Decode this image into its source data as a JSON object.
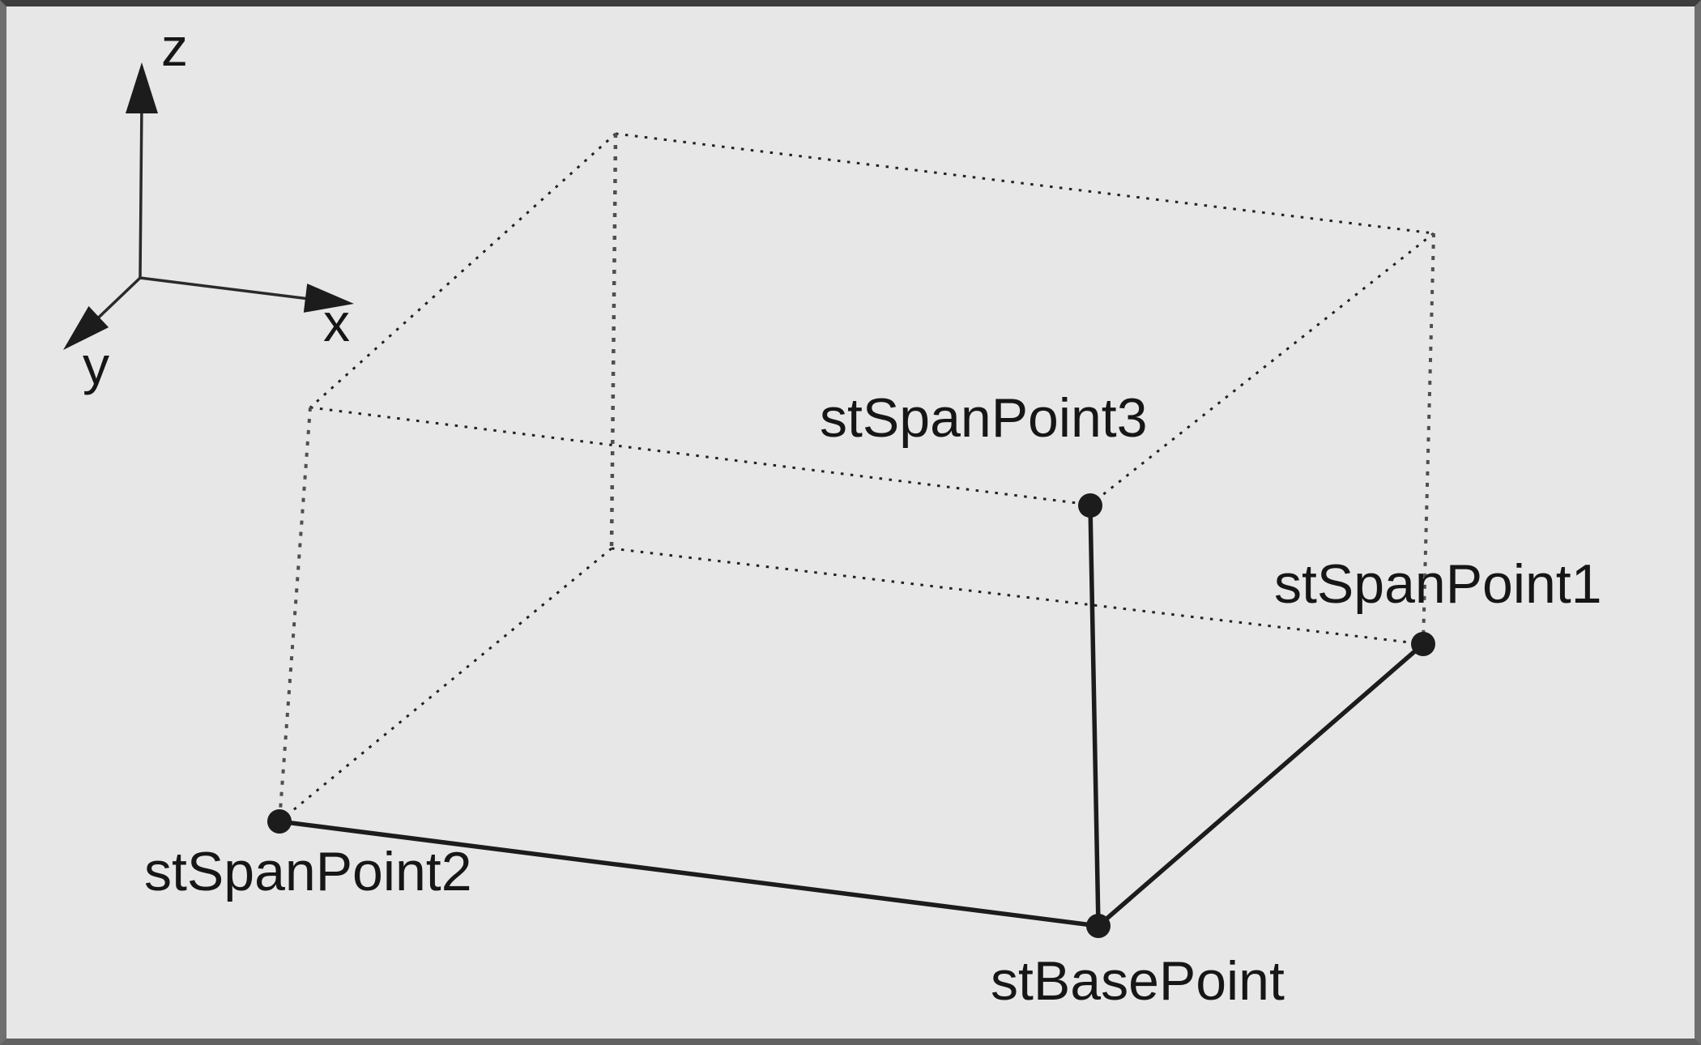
{
  "figure": {
    "title": "3D box with base point and span points",
    "colors": {
      "background": "#e7e7e7",
      "border": "#6f6f6f",
      "border_top": "#3d3d3d",
      "solid_edge": "#1c1c1c",
      "dotted_edge": "#222222",
      "hidden_vertical_edge": "#4f4f4f",
      "text": "#161616",
      "marker": "#1c1c1c"
    }
  },
  "axes": {
    "z_label": "z",
    "x_label": "x",
    "y_label": "y"
  },
  "labels": {
    "span_point_3": "stSpanPoint3",
    "span_point_1": "stSpanPoint1",
    "span_point_2": "stSpanPoint2",
    "base_point": "stBasePoint"
  }
}
